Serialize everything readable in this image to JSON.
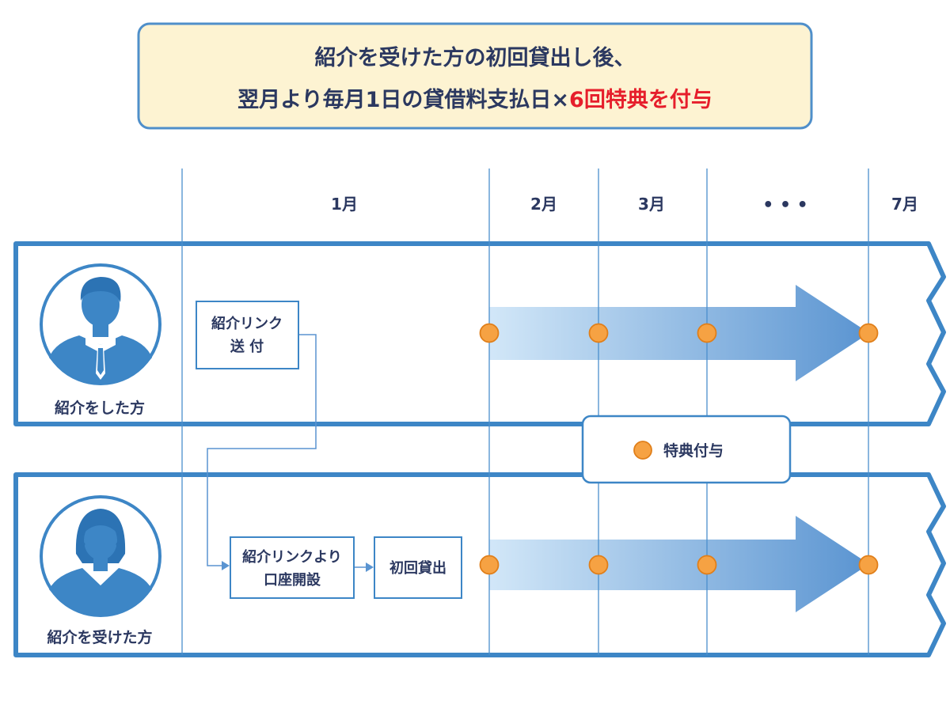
{
  "header": {
    "line1": "紹介を受けた方の初回貸出し後、",
    "line2_prefix": "翌月より毎月1日の貸借料支払日×",
    "line2_highlight": "6回特典を付与"
  },
  "months": [
    "1月",
    "2月",
    "3月",
    "• • •",
    "7月"
  ],
  "referrer": {
    "label": "紹介をした方",
    "step_line1": "紹介リンク",
    "step_line2": "送 付"
  },
  "referee": {
    "label": "紹介を受けた方",
    "step1_line1": "紹介リンクより",
    "step1_line2": "口座開設",
    "step2": "初回貸出"
  },
  "legend": {
    "label": "特典付与"
  },
  "colors": {
    "header_bg": "#fdf3d2",
    "frame_blue": "#3d86c6",
    "text_navy": "#2b3860",
    "highlight_red": "#e61e2b",
    "dot_orange": "#f6a243",
    "arrow_light": "#cfe4f6",
    "arrow_dark": "#5c96d2"
  },
  "icons": [
    "businessman-icon",
    "businesswoman-icon",
    "bonus-dot-icon"
  ]
}
